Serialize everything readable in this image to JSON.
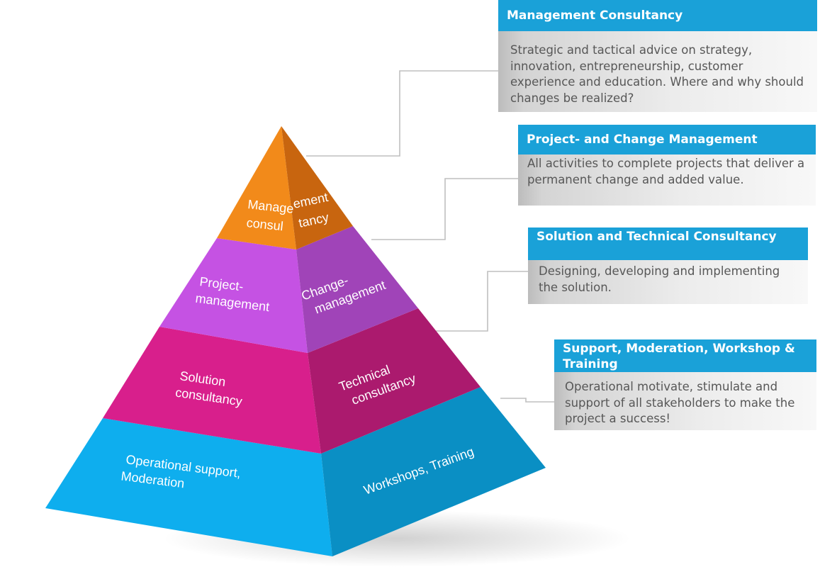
{
  "pyramid": {
    "levels": [
      {
        "left_label_lines": [
          "Manage",
          "consul"
        ],
        "right_label_lines": [
          "ement",
          "tancy"
        ],
        "colors": {
          "left": "#f28a1a",
          "right": "#c8650f"
        }
      },
      {
        "left_label_lines": [
          "Project-",
          "management"
        ],
        "right_label_lines": [
          "Change-",
          "management"
        ],
        "colors": {
          "left": "#c552e3",
          "right": "#a044b8"
        }
      },
      {
        "left_label_lines": [
          "Solution",
          "consultancy"
        ],
        "right_label_lines": [
          "Technical",
          "consultancy"
        ],
        "colors": {
          "left": "#d81f8c",
          "right": "#ab1a6e"
        }
      },
      {
        "left_label_lines": [
          "Operational support,",
          "Moderation"
        ],
        "right_label_lines": [
          "Workshops, Training"
        ],
        "colors": {
          "left": "#0eaeee",
          "right": "#0a8fc4"
        }
      }
    ]
  },
  "callouts": [
    {
      "title": "Management Consultancy",
      "description": "Strategic and tactical advice on strategy, innovation, entrepreneurship, customer experience and education. Where and why should changes be realized?"
    },
    {
      "title": "Project- and Change Management",
      "description": "All activities to complete projects that deliver a permanent change and added value."
    },
    {
      "title": "Solution and Technical Consultancy",
      "description": "Designing, developing and implementing the solution."
    },
    {
      "title": "Support, Moderation, Workshop & Training",
      "description": "Operational motivate, stimulate and support of all stakeholders to make the project a success!"
    }
  ],
  "colors": {
    "header": "#1aa1d8",
    "body_text": "#575757",
    "connector": "#bfbfbf"
  }
}
